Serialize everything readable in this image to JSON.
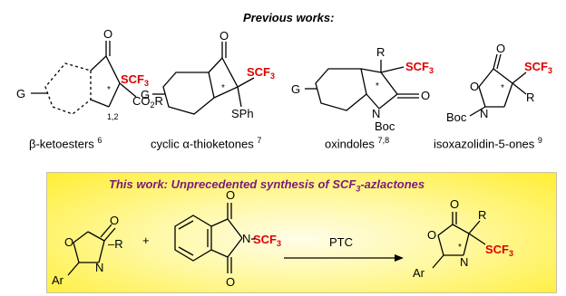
{
  "header": {
    "title": "Previous works:"
  },
  "captions": {
    "ketoesters": "β-ketoesters",
    "ketoesters_ref": "6",
    "thioketones": "cyclic α-thioketones",
    "thioketones_ref": "7",
    "oxindoles": "oxindoles",
    "oxindoles_ref": "7,8",
    "isoxazolidinones": "isoxazolidin-5-ones",
    "isoxazolidinones_ref": "9"
  },
  "panel": {
    "title_prefix": "This work: Unprecedented synthesis of SCF",
    "title_sub": "3",
    "title_suffix": "-azlactones"
  },
  "atoms": {
    "O": "O",
    "N": "N",
    "G": "G",
    "R": "R",
    "Ar": "Ar",
    "SPh": "SPh",
    "Boc": "Boc",
    "CO": "CO",
    "two": "2",
    "sub_one_two": "1,2",
    "SCF": "SCF",
    "three": "3",
    "star": "*",
    "plus": "+",
    "dash_R": "–R"
  },
  "arrow_label": "PTC",
  "colors": {
    "highlight": "#e00000",
    "panel_title": "#7b1a7b",
    "panel_bg": "#ffee33"
  }
}
